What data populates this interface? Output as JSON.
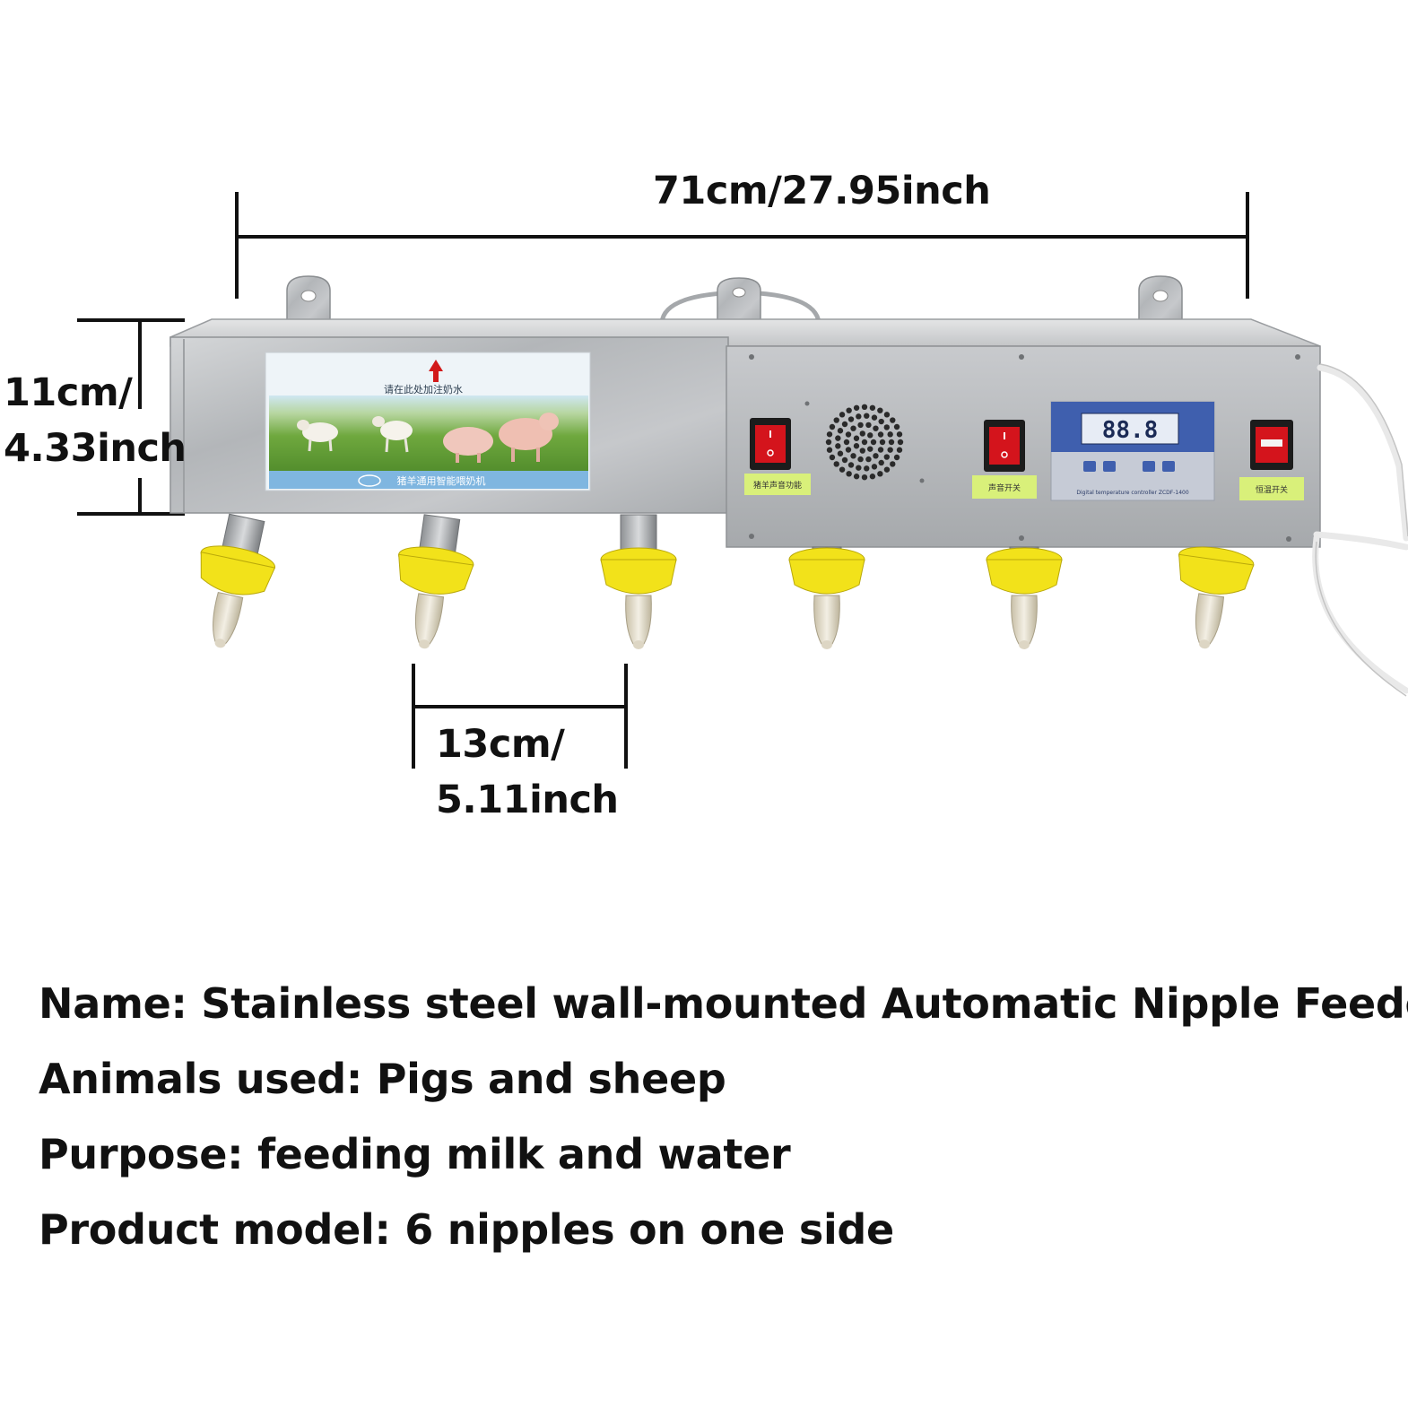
{
  "dimensions": {
    "width_label": "71cm/27.95inch",
    "height_label_line1": "11cm/",
    "height_label_line2": "4.33inch",
    "spacing_label_line1": "13cm/",
    "spacing_label_line2": "5.11inch"
  },
  "specs": {
    "name": "Name: Stainless steel wall-mounted Automatic Nipple Feeders",
    "animals": "Animals used: Pigs and sheep",
    "purpose": "Purpose: feeding milk and water",
    "model": "Product model: 6 nipples on one side"
  },
  "product_sticker": {
    "top_text": "请在此处加注奶水",
    "bottom_text": "猪羊通用智能喂奶机"
  },
  "controller": {
    "display_digits": "88.8",
    "caption": "Digital temperature controller ZCDF-1400"
  },
  "switch_labels": [
    "猪羊声音功能",
    "声音开关",
    "恒温开关"
  ],
  "colors": {
    "steel": "#b9bcbf",
    "nipple_base": "#f2e21a",
    "switch_red": "#d4141c",
    "controller_blue": "#3f5fae",
    "label_green": "#d9f07a"
  }
}
